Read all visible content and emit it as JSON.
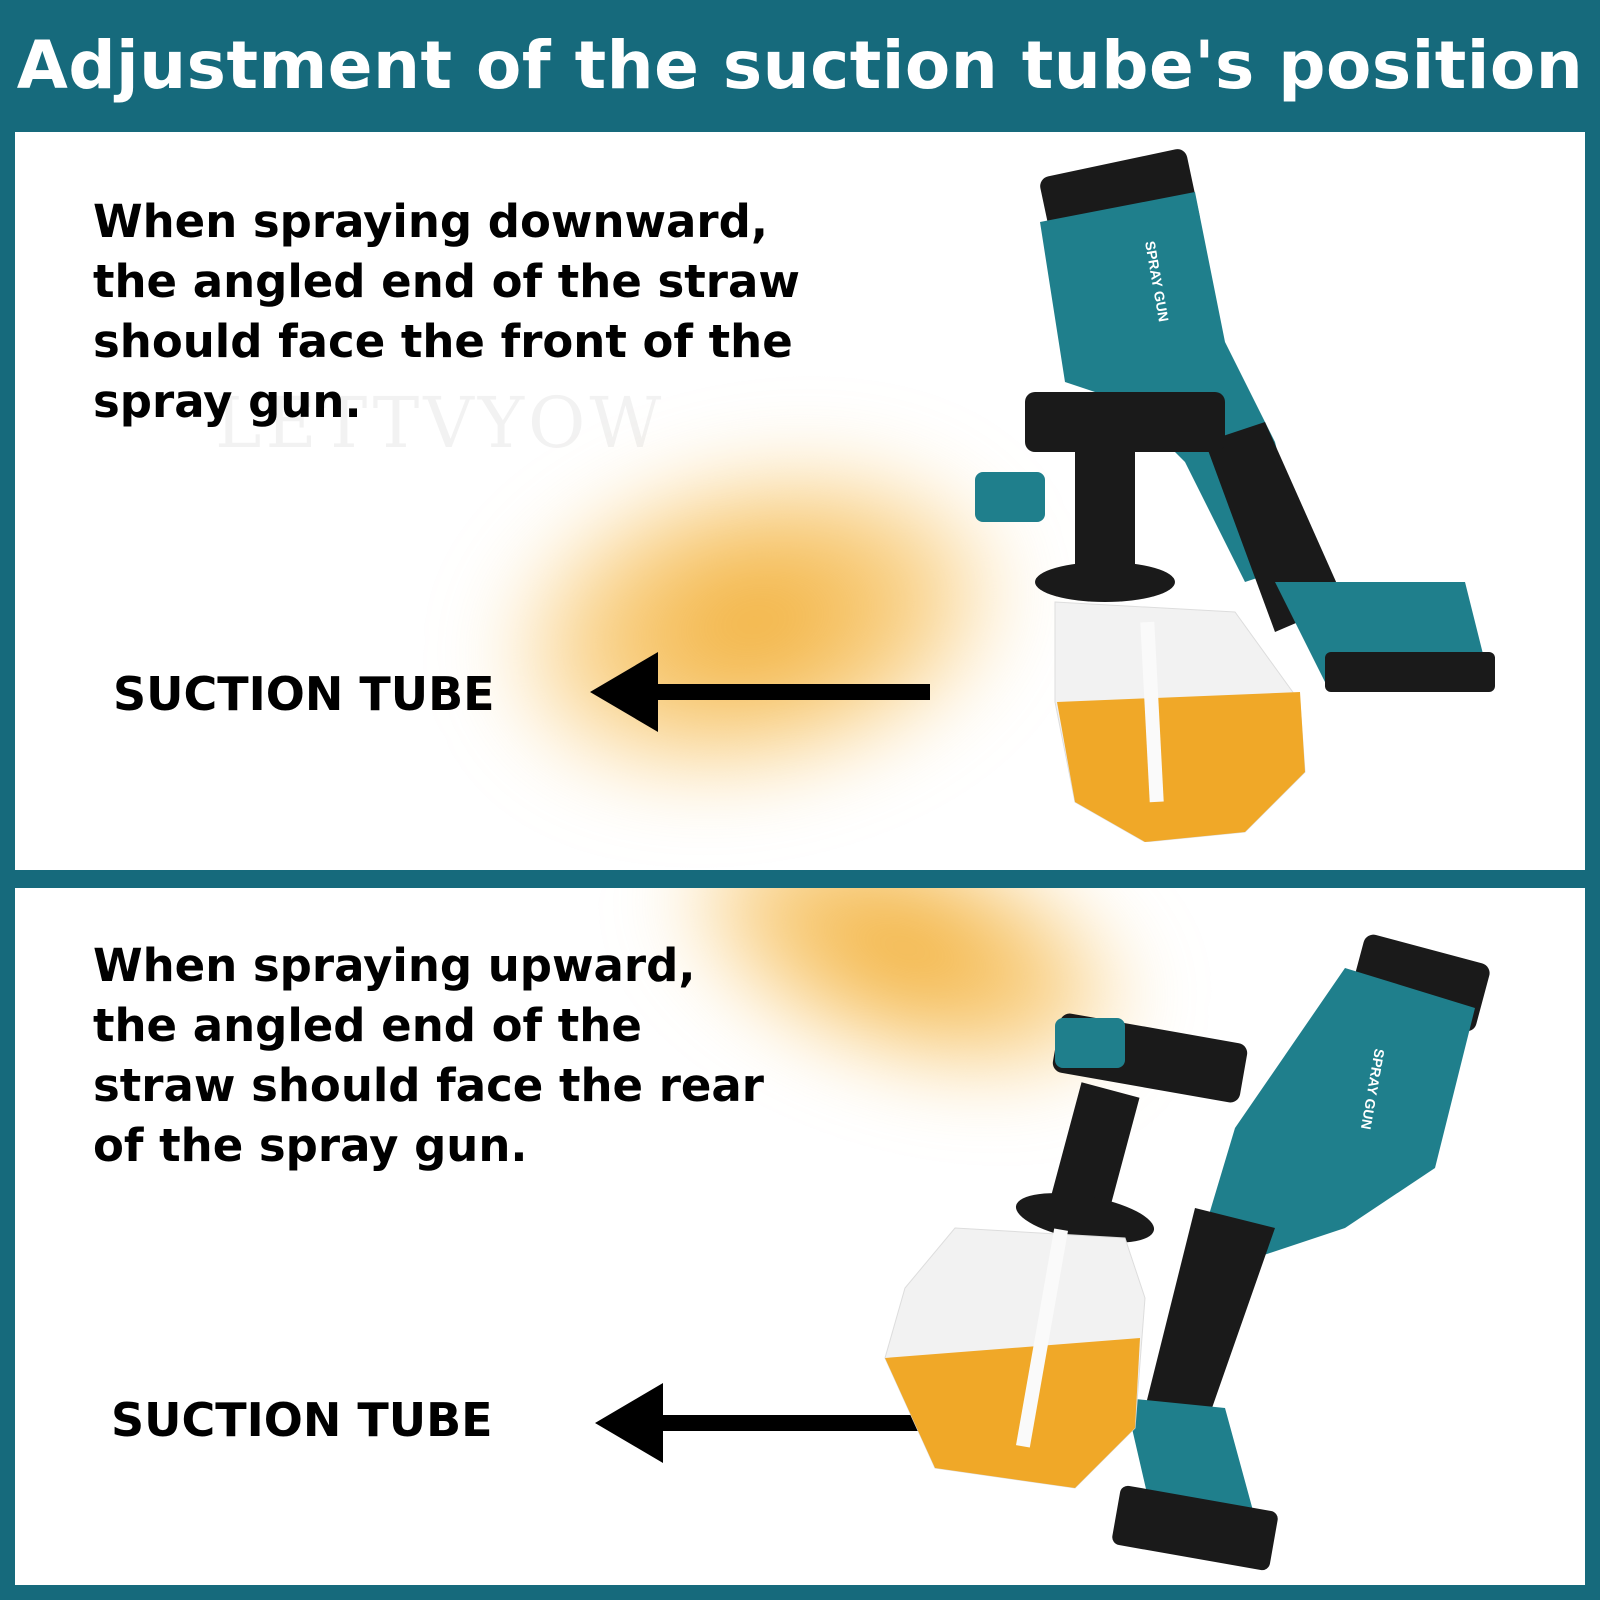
{
  "title": "Adjustment of the suction tube's position",
  "watermark": "LETTVYOW",
  "panels": [
    {
      "description": "When spraying downward,\nthe angled end of the straw\nshould face the front of the\nspray gun.",
      "label": "SUCTION TUBE",
      "gun_label": "SPRAY GUN"
    },
    {
      "description": "When spraying upward,\nthe angled end of the\nstraw should face the rear\nof the spray gun.",
      "label": "SUCTION TUBE",
      "gun_label": "SPRAY GUN"
    }
  ],
  "colors": {
    "frame": "#166a7c",
    "paint": "#f0a828",
    "gun_body": "#1f7f8c",
    "gun_black": "#1a1a1a"
  }
}
